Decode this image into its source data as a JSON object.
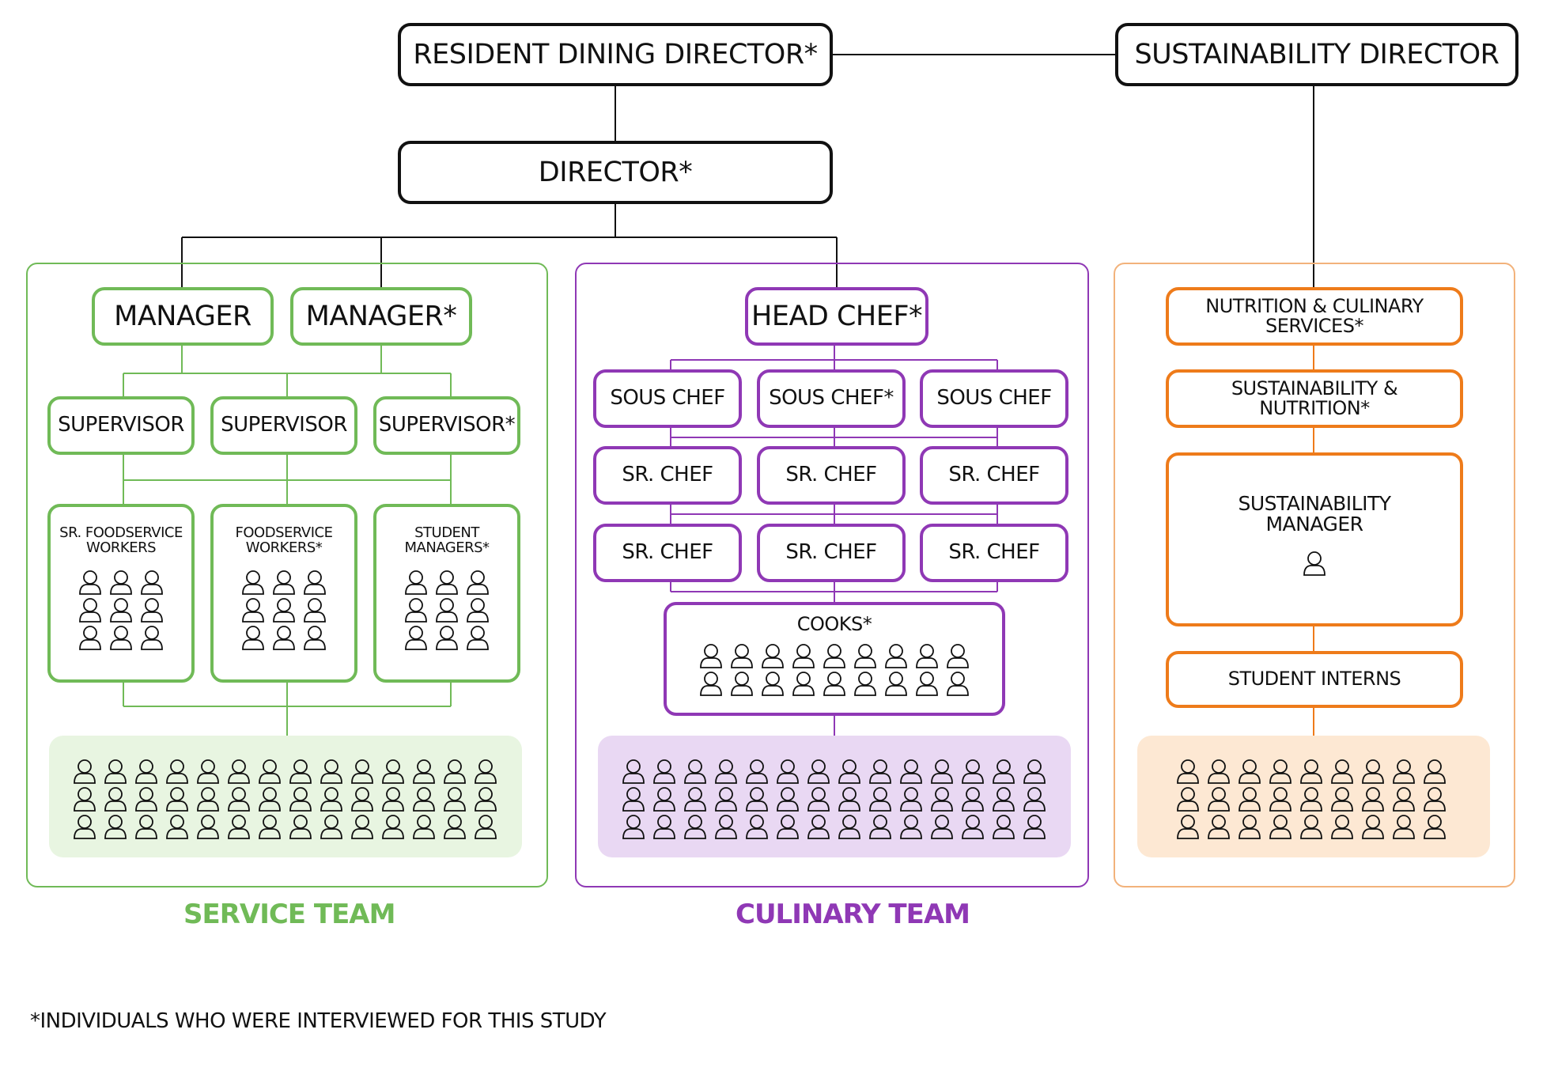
{
  "top": {
    "resident_dining_director": "RESIDENT DINING DIRECTOR*",
    "sustainability_director": "SUSTAINABILITY DIRECTOR",
    "director": "DIRECTOR*"
  },
  "service": {
    "managers": [
      "MANAGER",
      "MANAGER*"
    ],
    "supervisors": [
      "SUPERVISOR",
      "SUPERVISOR",
      "SUPERVISOR*"
    ],
    "worker_groups": [
      "SR. FOODSERVICE\nWORKERS",
      "FOODSERVICE\nWORKERS*",
      "STUDENT\nMANAGERS*"
    ],
    "label": "SERVICE TEAM"
  },
  "culinary": {
    "head_chef": "HEAD CHEF*",
    "sous_chefs": [
      "SOUS CHEF",
      "SOUS CHEF*",
      "SOUS CHEF"
    ],
    "sr_chefs_row1": [
      "SR. CHEF",
      "SR. CHEF",
      "SR. CHEF"
    ],
    "sr_chefs_row2": [
      "SR. CHEF",
      "SR. CHEF",
      "SR. CHEF"
    ],
    "cooks": "COOKS*",
    "label": "CULINARY TEAM"
  },
  "sustainability": {
    "nutrition_culinary": "NUTRITION & CULINARY\nSERVICES*",
    "sustainability_nutrition": "SUSTAINABILITY &\nNUTRITION*",
    "sustainability_manager": "SUSTAINABILITY\nMANAGER",
    "student_interns": "STUDENT INTERNS"
  },
  "footnote": "*INDIVIDUALS WHO WERE INTERVIEWED FOR THIS STUDY",
  "colors": {
    "black": "#111111",
    "green": "#70ba57",
    "green_fill": "#e8f5e1",
    "purple": "#8f38b5",
    "purple_fill": "#e9d8f3",
    "orange": "#ee7b1a",
    "orange_border": "#f2b27b",
    "orange_fill": "#fde8d3"
  },
  "icons": {
    "person": "person-outline-icon"
  }
}
